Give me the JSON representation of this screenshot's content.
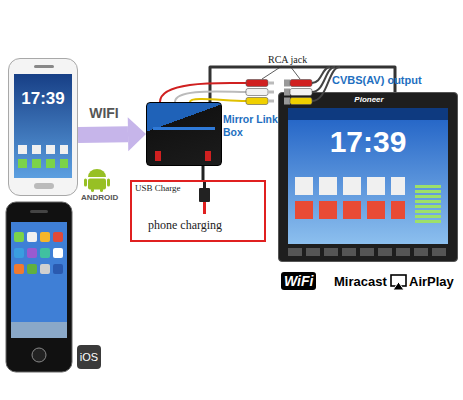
{
  "diagram": {
    "nodes": [
      {
        "text": [
          "17:39"
        ]
      },
      {
        "text": [
          "Mirror Link Box"
        ]
      },
      {
        "text": [
          "USB Charge",
          "phone charging"
        ]
      },
      {
        "text": [
          "Pioneer",
          "17:39"
        ]
      }
    ],
    "edges": [
      {
        "from": 0,
        "to": 1,
        "label": "WIFI",
        "arrow": "to"
      },
      {
        "from": 1,
        "to": 3,
        "arrow": "none"
      },
      {
        "from": 1,
        "to": 2,
        "arrow": "none"
      }
    ],
    "labels": [
      "ANDROID",
      "iOS",
      "RCA jack",
      "CVBS(AV) output",
      "WiFi",
      "Miracast",
      "AirPlay"
    ]
  }
}
